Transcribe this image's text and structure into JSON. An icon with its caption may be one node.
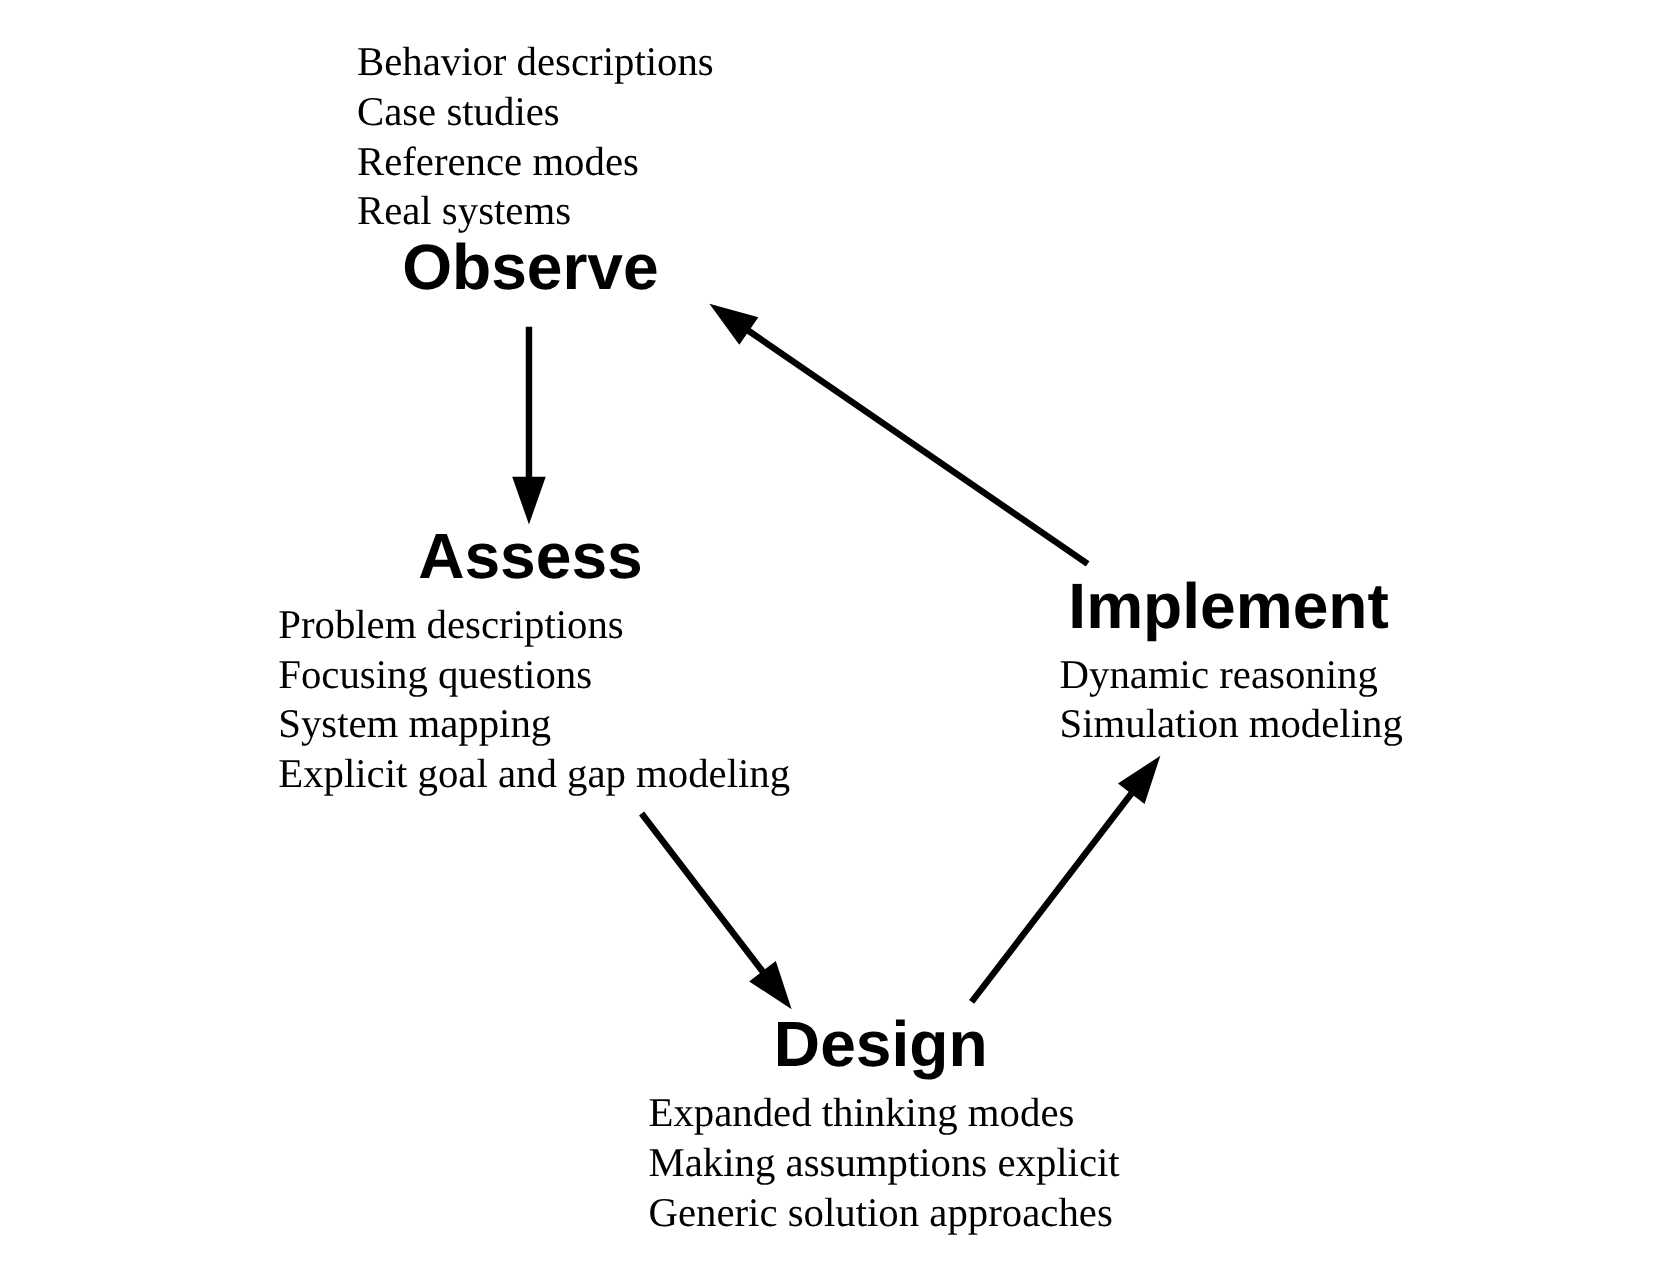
{
  "diagram": {
    "nodes": [
      {
        "text": [
          "Observe"
        ],
        "beside": [
          "Behavior descriptions",
          "Case studies",
          "Reference modes",
          "Real systems"
        ]
      },
      {
        "text": [
          "Assess"
        ],
        "beside": [
          "Problem descriptions",
          "Focusing questions",
          "System mapping",
          "Explicit goal and gap modeling"
        ]
      },
      {
        "text": [
          "Design"
        ],
        "beside": [
          "Expanded thinking modes",
          "Making assumptions explicit",
          "Generic solution approaches"
        ]
      },
      {
        "text": [
          "Implement"
        ],
        "beside": [
          "Dynamic reasoning",
          "Simulation modeling"
        ]
      }
    ],
    "edges": [
      {
        "from": 0,
        "to": 1,
        "arrow": "to"
      },
      {
        "from": 1,
        "to": 2,
        "arrow": "to"
      },
      {
        "from": 2,
        "to": 3,
        "arrow": "to"
      },
      {
        "from": 3,
        "to": 0,
        "arrow": "to"
      }
    ]
  }
}
